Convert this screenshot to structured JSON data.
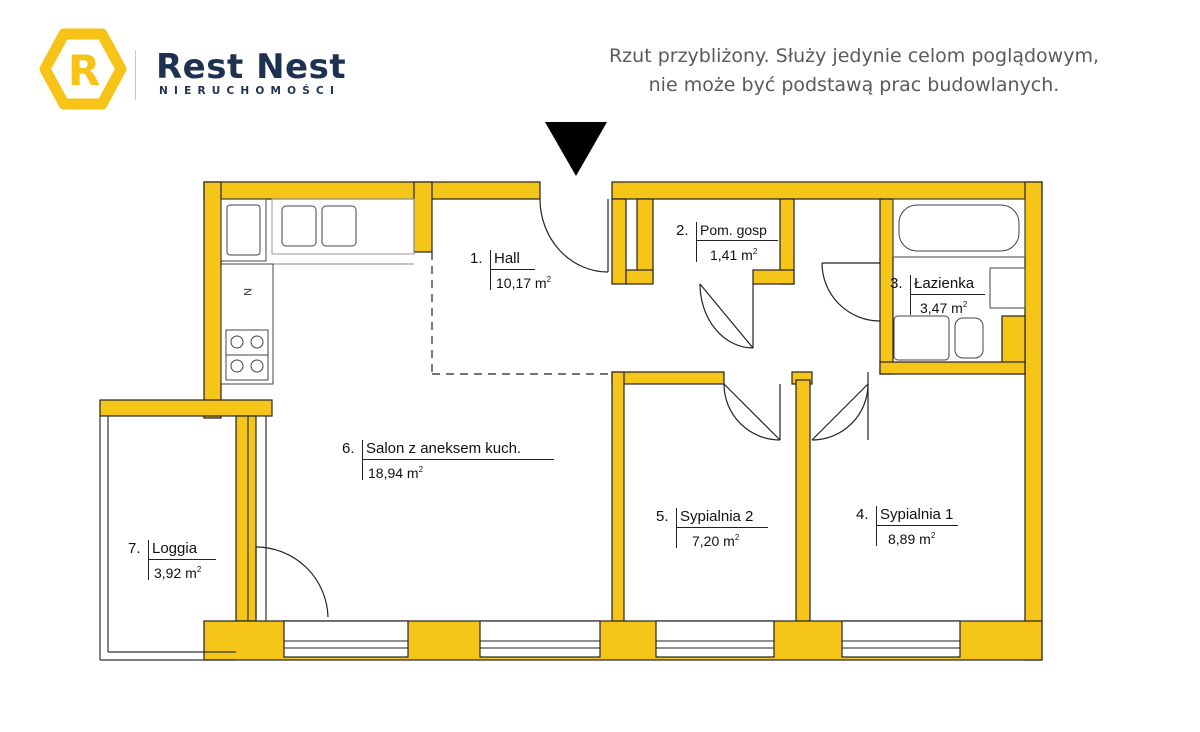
{
  "brand": {
    "name": "Rest Nest",
    "tagline": "NIERUCHOMOŚCI",
    "logo_letter": "R",
    "colors": {
      "accent": "#F7C318",
      "text": "#1E3150"
    }
  },
  "disclaimer": {
    "line1": "Rzut przybliżony. Służy jedynie celom poglądowym,",
    "line2": "nie może być podstawą prac budowlanych."
  },
  "plan": {
    "wall_color": "#F5C518",
    "entrance_marker": "entrance-arrow",
    "stove_mark": "N",
    "rooms": [
      {
        "num": "1.",
        "name": "Hall",
        "area": "10,17 m",
        "unit_exp": "2"
      },
      {
        "num": "2.",
        "name": "Pom. gosp",
        "area": "1,41 m",
        "unit_exp": "2"
      },
      {
        "num": "3.",
        "name": "Łazienka",
        "area": "3,47 m",
        "unit_exp": "2"
      },
      {
        "num": "4.",
        "name": "Sypialnia 1",
        "area": "8,89 m",
        "unit_exp": "2"
      },
      {
        "num": "5.",
        "name": "Sypialnia 2",
        "area": "7,20 m",
        "unit_exp": "2"
      },
      {
        "num": "6.",
        "name": "Salon z aneksem kuch.",
        "area": "18,94 m",
        "unit_exp": "2"
      },
      {
        "num": "7.",
        "name": "Loggia",
        "area": "3,92 m",
        "unit_exp": "2"
      }
    ]
  }
}
